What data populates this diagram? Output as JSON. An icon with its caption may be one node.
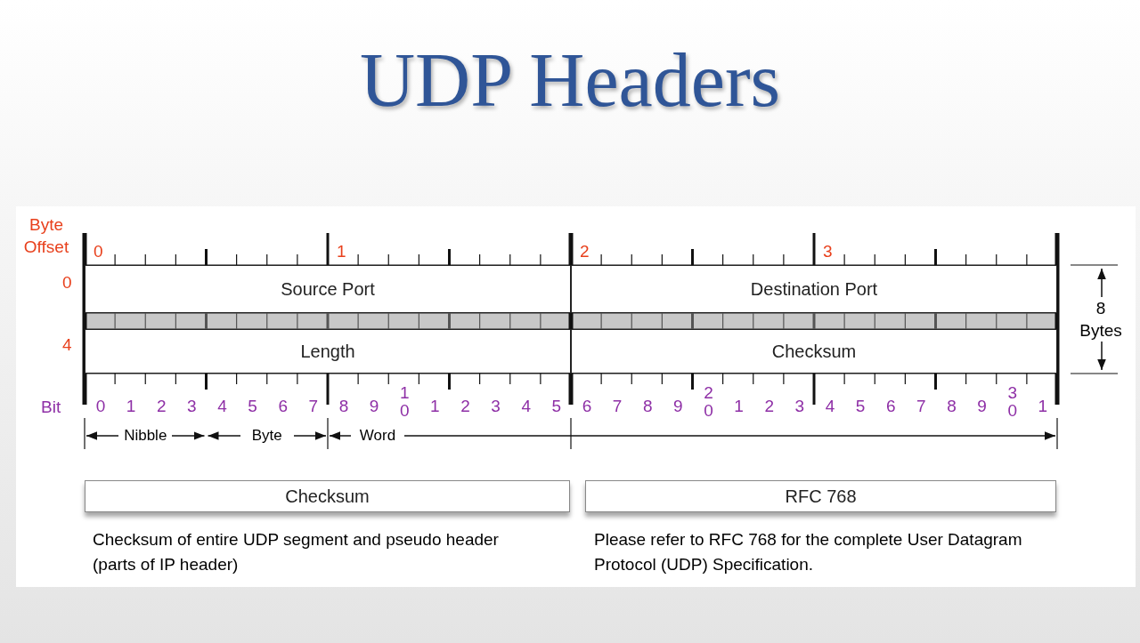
{
  "diagram": {
    "title": "UDP Headers",
    "nodes": [
      {
        "text": [
          "Source Port"
        ]
      },
      {
        "text": [
          "Destination Port"
        ]
      },
      {
        "text": [
          "Length"
        ]
      },
      {
        "text": [
          "Checksum"
        ]
      },
      {
        "text": [
          "Checksum"
        ]
      },
      {
        "text": [
          "RFC 768"
        ]
      }
    ],
    "labels": [
      "Byte Offset",
      "0",
      "1",
      "2",
      "3",
      "0",
      "8 Bytes",
      "4",
      "Bit",
      "0",
      "1",
      "2",
      "3",
      "4",
      "5",
      "6",
      "7",
      "8",
      "9",
      "10",
      "1",
      "2",
      "3",
      "4",
      "5",
      "6",
      "7",
      "8",
      "9",
      "20",
      "1",
      "2",
      "3",
      "4",
      "5",
      "6",
      "7",
      "8",
      "9",
      "30",
      "1",
      "Nibble",
      "Byte",
      "Word",
      "Checksum of entire UDP segment and pseudo header (parts of IP header)",
      "Please refer to RFC 768 for the complete User Datagram Protocol (UDP) Specification."
    ]
  }
}
